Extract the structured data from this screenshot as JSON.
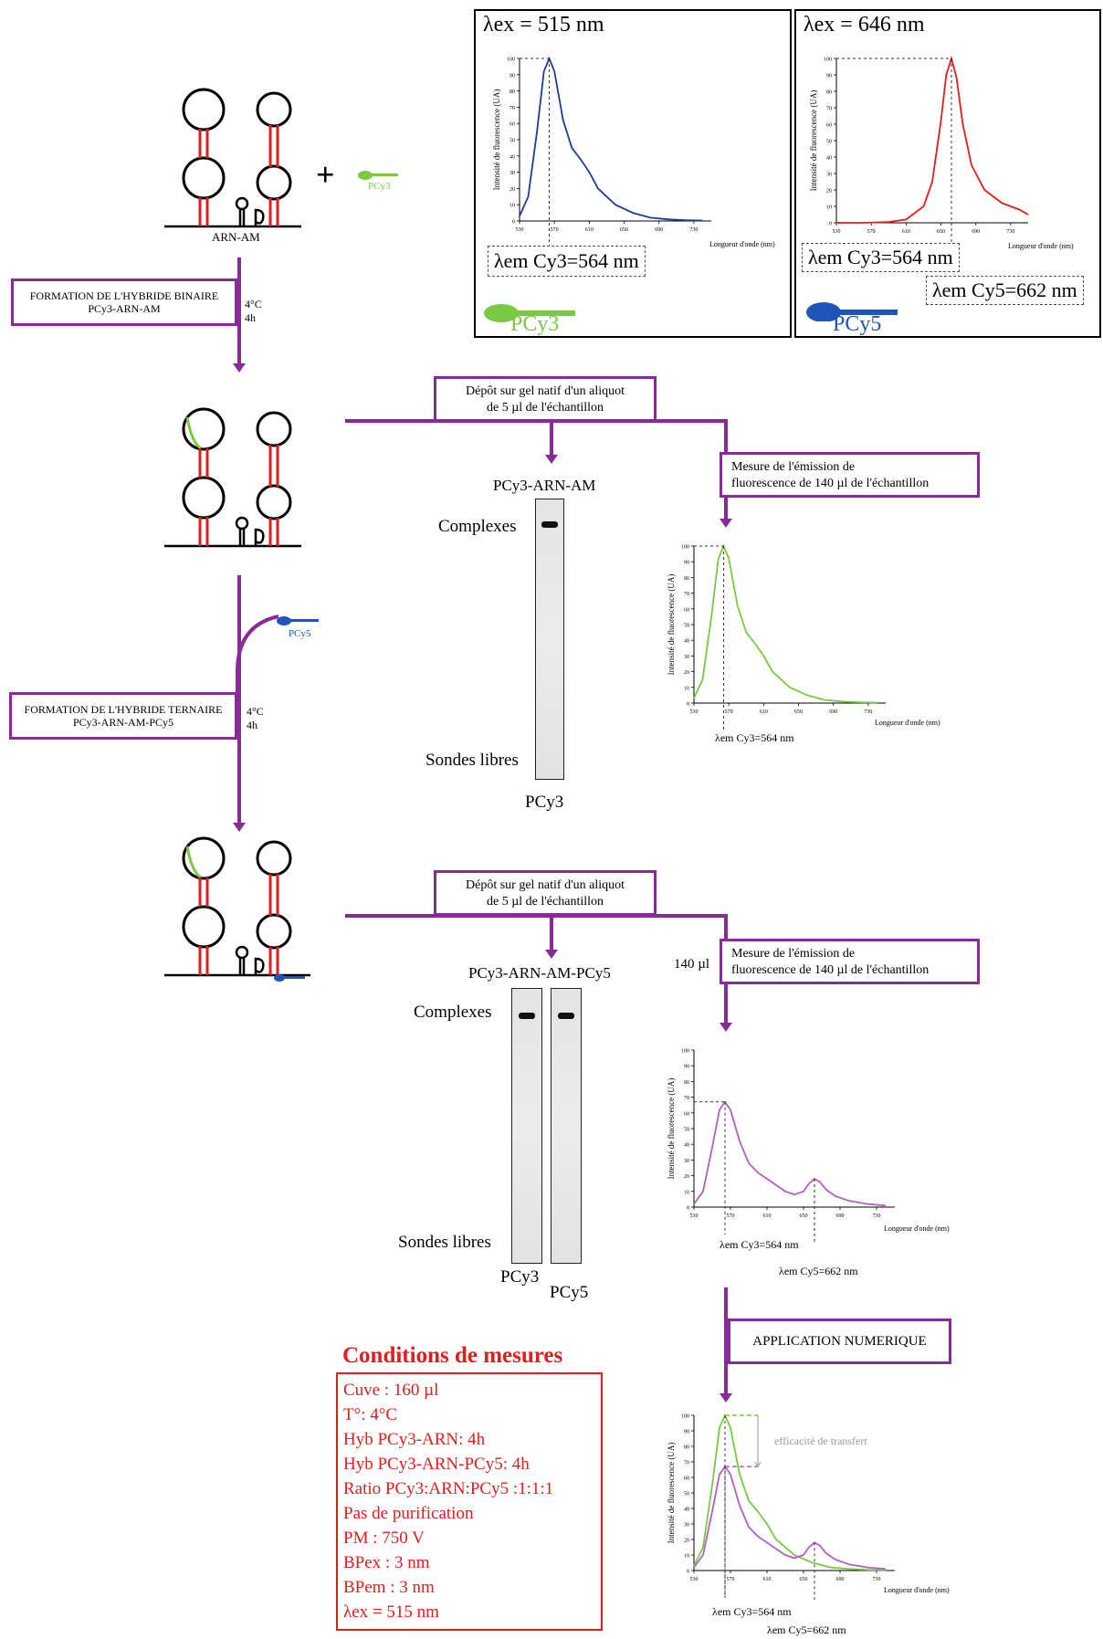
{
  "excitation_panels": {
    "cy3": {
      "title": "λex = 515 nm",
      "ylabel": "Intensité de fluorescence (UA)",
      "xlabel": "Longueur d'onde (nm)",
      "em_label": "λem Cy3=564 nm",
      "probe_label": "PCy3"
    },
    "cy5": {
      "title": "λex = 646 nm",
      "ylabel": "Intensité de fluorescence (UA)",
      "xlabel": "Longueur d'onde (nm)",
      "em_cy3_label": "λem Cy3=564 nm",
      "em_cy5_label": "λem Cy5=662 nm",
      "probe_label": "PCy5"
    }
  },
  "diagram": {
    "arn_label": "ARN-AM",
    "plus": "+",
    "pcy3_label": "PCy3",
    "pcy5_label": "PCy5",
    "step1": {
      "line1": "FORMATION DE L'HYBRIDE BINAIRE",
      "line2": "PCy3-ARN-AM",
      "temp": "4°C",
      "time": "4h"
    },
    "step2": {
      "line1": "FORMATION DE L'HYBRIDE TERNAIRE",
      "line2": "PCy3-ARN-AM-PCy5",
      "temp": "4°C",
      "time": "4h"
    },
    "gel_box_1": {
      "line1": "Dépôt sur gel natif d'un aliquot",
      "line2": "de 5 µl de l'échantillon"
    },
    "measure_box_1": {
      "line1": "Mesure de l'émission de",
      "line2": "fluorescence de 140 µl de l'échantillon"
    },
    "gel_box_2": {
      "line1": "Dépôt sur gel natif d'un aliquot",
      "line2": "de 5 µl de l'échantillon"
    },
    "measure_box_2": {
      "line1": "Mesure de l'émission de",
      "line2": "fluorescence de 140 µl de l'échantillon"
    },
    "vol_label": "140 µl",
    "application_box": "APPLICATION NUMERIQUE"
  },
  "gel1": {
    "title": "PCy3-ARN-AM",
    "complexes": "Complexes",
    "free": "Sondes libres",
    "lane_label": "PCy3"
  },
  "gel2": {
    "title": "PCy3-ARN-AM-PCy5",
    "complexes": "Complexes",
    "free": "Sondes libres",
    "lane1_label": "PCy3",
    "lane2_label": "PCy5"
  },
  "spectra_labels": {
    "ylabel": "Intensité de fluorescence (UA)",
    "xlabel": "Longueur d'onde (nm)",
    "em_cy3": "λem Cy3=564 nm",
    "em_cy5": "λem Cy5=662 nm",
    "transfer": "efficacité de transfert"
  },
  "colors": {
    "purple": "#8a2a9a",
    "green": "#7ac943",
    "red": "#e41c1c",
    "blue": "#1f3b99",
    "spec_purple": "#b35fc0"
  },
  "conditions": {
    "title": "Conditions de mesures",
    "lines": [
      "Cuve : 160 µl",
      "T°: 4°C",
      "Hyb PCy3-ARN: 4h",
      "Hyb PCy3-ARN-PCy5: 4h",
      "Ratio PCy3:ARN:PCy5 :1:1:1",
      "Pas de purification",
      "PM : 750 V",
      "BPex : 3 nm",
      "BPem :  3 nm",
      "λex = 515 nm"
    ]
  },
  "chart_data": [
    {
      "type": "line",
      "title": "λex = 515 nm",
      "xlabel": "Longueur d'onde (nm)",
      "ylabel": "Intensité de fluorescence (UA)",
      "xlim": [
        530,
        750
      ],
      "ylim": [
        0,
        100
      ],
      "x_ticks": [
        530,
        570,
        610,
        650,
        690,
        730
      ],
      "y_ticks": [
        0,
        10,
        20,
        30,
        40,
        50,
        60,
        70,
        80,
        90,
        100
      ],
      "series": [
        {
          "color": "#1f3b99",
          "x": [
            530,
            540,
            550,
            558,
            564,
            570,
            580,
            590,
            600,
            610,
            620,
            640,
            660,
            680,
            700,
            720,
            740
          ],
          "y": [
            3,
            15,
            55,
            92,
            100,
            92,
            62,
            45,
            38,
            30,
            20,
            10,
            5,
            2,
            1,
            0.5,
            0.3
          ]
        }
      ]
    },
    {
      "type": "line",
      "title": "λex = 646 nm",
      "xlabel": "Longueur d'onde (nm)",
      "ylabel": "Intensité de fluorescence (UA)",
      "xlim": [
        530,
        750
      ],
      "ylim": [
        0,
        100
      ],
      "x_ticks": [
        530,
        570,
        610,
        650,
        690,
        730
      ],
      "y_ticks": [
        0,
        10,
        20,
        30,
        40,
        50,
        60,
        70,
        80,
        90,
        100
      ],
      "series": [
        {
          "color": "#e41c1c",
          "x": [
            530,
            560,
            590,
            610,
            630,
            640,
            650,
            656,
            662,
            668,
            675,
            685,
            700,
            720,
            740,
            750
          ],
          "y": [
            0,
            0,
            0.5,
            2,
            10,
            25,
            62,
            90,
            100,
            88,
            60,
            35,
            20,
            12,
            8,
            5
          ]
        }
      ]
    },
    {
      "type": "line",
      "xlabel": "Longueur d'onde (nm)",
      "ylabel": "Intensité de fluorescence (UA)",
      "xlim": [
        530,
        750
      ],
      "ylim": [
        0,
        100
      ],
      "x_ticks": [
        530,
        570,
        610,
        650,
        690,
        730
      ],
      "y_ticks": [
        0,
        10,
        20,
        30,
        40,
        50,
        60,
        70,
        80,
        90,
        100
      ],
      "series": [
        {
          "color": "#7ac943",
          "x": [
            530,
            540,
            550,
            558,
            564,
            570,
            580,
            590,
            600,
            610,
            620,
            640,
            660,
            680,
            700,
            720,
            740
          ],
          "y": [
            3,
            15,
            55,
            92,
            100,
            92,
            62,
            45,
            38,
            30,
            20,
            10,
            5,
            2,
            1,
            0.5,
            0.3
          ]
        }
      ]
    },
    {
      "type": "line",
      "xlabel": "Longueur d'onde (nm)",
      "ylabel": "Intensité de fluorescence (UA)",
      "xlim": [
        530,
        750
      ],
      "ylim": [
        0,
        100
      ],
      "x_ticks": [
        530,
        570,
        610,
        650,
        690,
        730
      ],
      "y_ticks": [
        0,
        10,
        20,
        30,
        40,
        50,
        60,
        70,
        80,
        90,
        100
      ],
      "series": [
        {
          "color": "#b35fc0",
          "x": [
            530,
            540,
            550,
            558,
            564,
            570,
            580,
            590,
            600,
            610,
            620,
            630,
            640,
            650,
            656,
            662,
            668,
            675,
            685,
            700,
            720,
            740
          ],
          "y": [
            2,
            10,
            38,
            62,
            67,
            62,
            42,
            28,
            22,
            18,
            14,
            10,
            8,
            10,
            15,
            18,
            16,
            11,
            7,
            4,
            2,
            1
          ]
        }
      ]
    },
    {
      "type": "line",
      "xlabel": "Longueur d'onde (nm)",
      "ylabel": "Intensité de fluorescence (UA)",
      "xlim": [
        530,
        750
      ],
      "ylim": [
        0,
        100
      ],
      "x_ticks": [
        530,
        570,
        610,
        650,
        690,
        730
      ],
      "y_ticks": [
        0,
        10,
        20,
        30,
        40,
        50,
        60,
        70,
        80,
        90,
        100
      ],
      "series": [
        {
          "color": "#7ac943",
          "x": [
            530,
            540,
            550,
            558,
            564,
            570,
            580,
            590,
            600,
            610,
            620,
            640,
            660,
            680,
            700,
            720,
            740
          ],
          "y": [
            3,
            15,
            55,
            92,
            100,
            92,
            62,
            45,
            38,
            30,
            20,
            10,
            5,
            2,
            1,
            0.5,
            0.3
          ]
        },
        {
          "color": "#b35fc0",
          "x": [
            530,
            540,
            550,
            558,
            564,
            570,
            580,
            590,
            600,
            610,
            620,
            630,
            640,
            650,
            656,
            662,
            668,
            675,
            685,
            700,
            720,
            740
          ],
          "y": [
            2,
            10,
            38,
            62,
            67,
            62,
            42,
            28,
            22,
            18,
            14,
            10,
            8,
            10,
            15,
            18,
            16,
            11,
            7,
            4,
            2,
            1
          ]
        }
      ]
    }
  ]
}
